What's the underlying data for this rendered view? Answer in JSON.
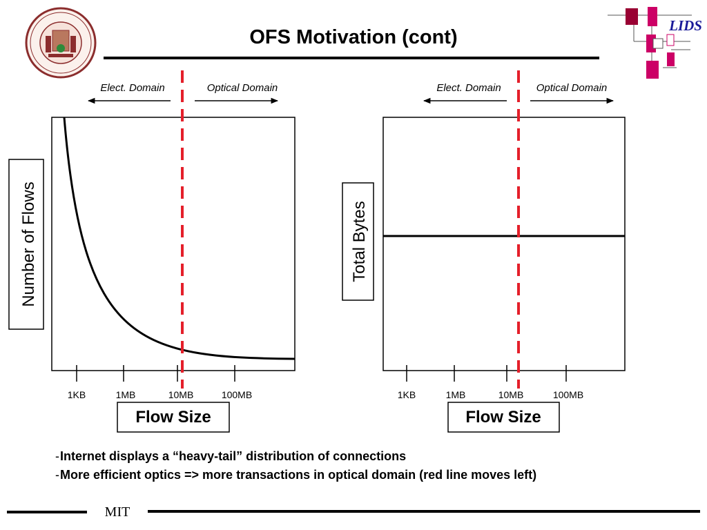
{
  "slide": {
    "title": "OFS Motivation (cont)",
    "logo_left_alt": "Massachusetts Institute of Technology seal",
    "logo_right_text": "LIDS",
    "footer": "MIT"
  },
  "colors": {
    "accent_red": "#e41f2a",
    "lids_magenta": "#cc0066",
    "lids_dark": "#990033",
    "lids_text": "#1a1a99",
    "seal": "#8b2d2d"
  },
  "charts": {
    "left": {
      "ylabel": "Number of Flows",
      "xlabel": "Flow Size",
      "domain_left": "Elect. Domain",
      "domain_right": "Optical Domain",
      "ticks": [
        "1KB",
        "1MB",
        "10MB",
        "100MB"
      ]
    },
    "right": {
      "ylabel": "Total Bytes",
      "xlabel": "Flow Size",
      "domain_left": "Elect. Domain",
      "domain_right": "Optical Domain",
      "ticks": [
        "1KB",
        "1MB",
        "10MB",
        "100MB"
      ]
    }
  },
  "bullets": [
    {
      "dash": "-",
      "text": "Internet displays a “heavy-tail” distribution of connections"
    },
    {
      "dash": "-",
      "text": "More efficient optics => more transactions in optical domain (red line moves left)"
    }
  ]
}
